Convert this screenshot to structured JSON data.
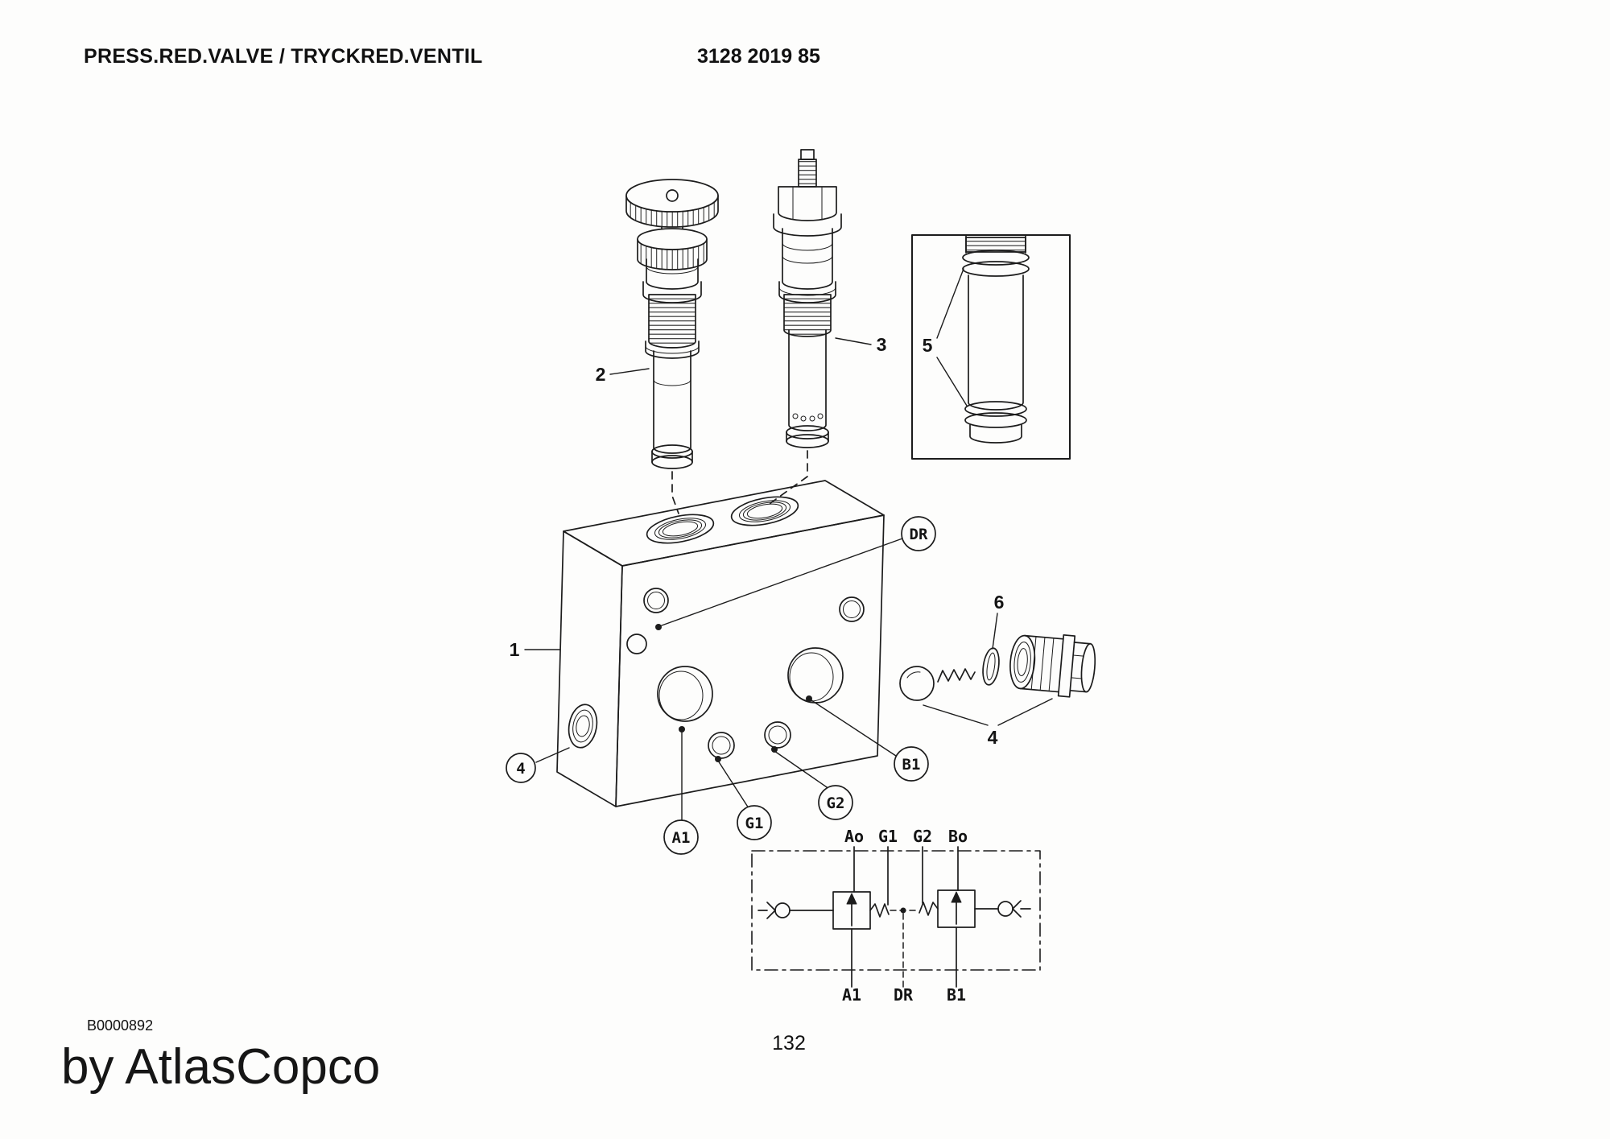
{
  "page": {
    "title": "PRESS.RED.VALVE / TRYCKRED.VENTIL",
    "doc_number": "3128 2019 85",
    "figure_code": "B0000892",
    "watermark": "by AtlasCopco",
    "page_number": "132"
  },
  "callouts": {
    "block": "1",
    "valve_left": "2",
    "valve_right": "3",
    "plug_kit": "4",
    "side_port": "4",
    "oring_detail": "5",
    "oring_single": "6",
    "port_dr": "DR",
    "port_a1": "A1",
    "port_b1": "B1",
    "port_g1": "G1",
    "port_g2": "G2"
  },
  "schematic": {
    "top_labels": [
      "Ao",
      "G1",
      "G2",
      "Bo"
    ],
    "bottom_labels": [
      "A1",
      "DR",
      "B1"
    ]
  }
}
